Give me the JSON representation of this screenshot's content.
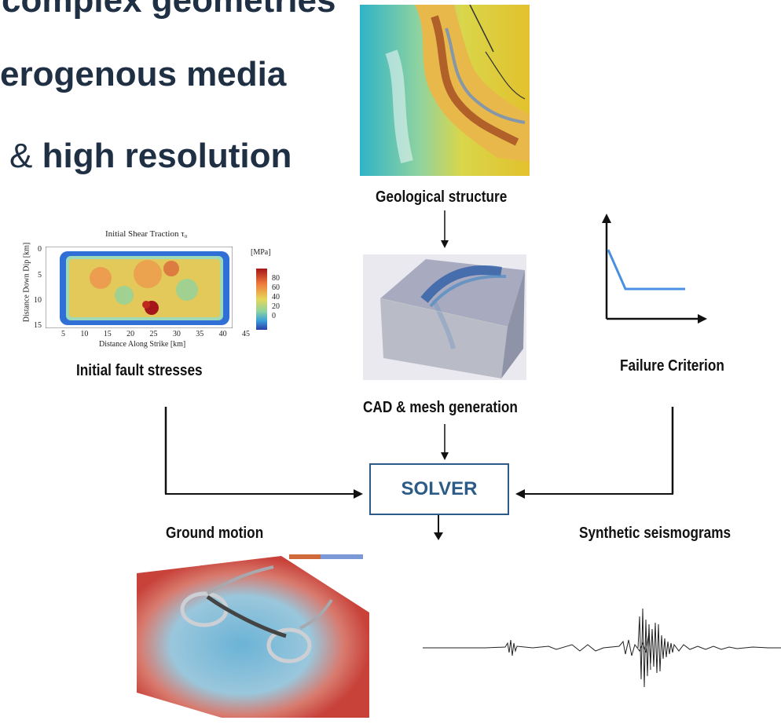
{
  "title_lines": {
    "line1": "complex geometries",
    "line2": "erogenous media",
    "line3_amp": "&",
    "line3_bold": "high resolution"
  },
  "labels": {
    "geological_structure": "Geological structure",
    "initial_fault_stresses": "Initial fault stresses",
    "failure_criterion": "Failure Criterion",
    "cad_mesh": "CAD & mesh generation",
    "solver": "SOLVER",
    "ground_motion": "Ground motion",
    "synthetic_seismograms": "Synthetic seismograms"
  },
  "stress_plot": {
    "title": "Initial Shear Traction",
    "title_symbol": "τ₀",
    "ylabel": "Distance Down Dip [km]",
    "xlabel": "Distance Along Strike [km]",
    "xticks": [
      "5",
      "10",
      "15",
      "20",
      "25",
      "30",
      "35",
      "40",
      "45"
    ],
    "yticks": [
      "0",
      "5",
      "10",
      "15"
    ],
    "unit": "[MPa]",
    "cbar_ticks": [
      "80",
      "60",
      "40",
      "20",
      "0"
    ]
  },
  "colors": {
    "title": "#1f2f44",
    "solver": "#2b5b86",
    "criterion_line": "#4a90e2",
    "ground_red": "#c8423a",
    "mesh_gray": "#b9bcc6"
  }
}
